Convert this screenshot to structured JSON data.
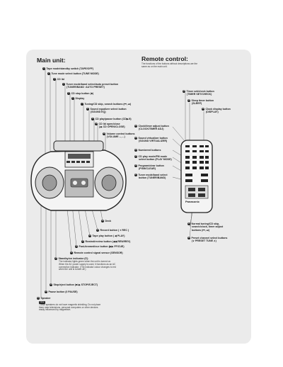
{
  "headings": {
    "main": "Main unit:",
    "remote": "Remote control:",
    "remote_note_1": "The functions of the buttons without descriptions are the",
    "remote_note_2": "same as on the main unit."
  },
  "main_items": [
    {
      "n": "1",
      "line1": "Tape mode/standby switch (TAPE/OFF)",
      "line2": ""
    },
    {
      "n": "2",
      "line1": "Tune mode select button (TUNE MODE)",
      "line2": ""
    },
    {
      "n": "3",
      "line1": "CD lid",
      "line2": ""
    },
    {
      "n": "4",
      "line1": "Tuner mode/band select/auto preset button",
      "line2": "(TUNER/BAND ·AUTO PRESET)"
    },
    {
      "n": "5",
      "line1": "CD stop button (■)",
      "line2": ""
    },
    {
      "n": "6",
      "line1": "Display",
      "line2": ""
    },
    {
      "n": "7",
      "line1": "Tuning/CD skip, search buttons (⏮, ⏭)",
      "line2": ""
    },
    {
      "n": "8",
      "line1": "Sound equalizer select button",
      "line2": "(SOUND EQ)"
    },
    {
      "n": "9",
      "line1": "CD play/pause button (CD▶/‖)",
      "line2": ""
    },
    {
      "n": "10",
      "line1": "CD lid open/close",
      "line2": "(⏏ CD OPEN/CLOSE)"
    },
    {
      "n": "11",
      "line1": "Volume control buttons",
      "line2": "(VOLUME –, – )"
    },
    {
      "n": "12",
      "line1": "Deck",
      "line2": ""
    },
    {
      "n": "13",
      "line1": "Record button ( ● REC )",
      "line2": ""
    },
    {
      "n": "14",
      "line1": "Tape play button ( ◀ PLAY)",
      "line2": ""
    },
    {
      "n": "15",
      "line1": "Rewind/review button (◀◀ REW/REV)",
      "line2": ""
    },
    {
      "n": "16",
      "line1": "Fast-forward/cue button (▶▶ FF/CUE)",
      "line2": ""
    },
    {
      "n": "17",
      "line1": "Remote control signal sensor (SENSOR)",
      "line2": ""
    },
    {
      "n": "18",
      "line1": "Standby/on indicator (⏻)",
      "line2": ""
    },
    {
      "n": "19",
      "line1": "Stop/eject button (■/⏏ STOP/EJECT)",
      "line2": ""
    },
    {
      "n": "20",
      "line1": "Pause button (‖ PAUSE)",
      "line2": ""
    },
    {
      "n": "21",
      "line1": "Speaker",
      "line2": ""
    }
  ],
  "indicator_note": [
    "The indicator lights green when the unit is turned on.",
    "When the AC power supply is used, it functions as an AC",
    "connection indicator. (The indicator colour changes to red",
    "when the unit is turned off.)"
  ],
  "speaker_note": {
    "label": "Note",
    "lines": [
      "These speakers do not have magnetic shielding. Do not place",
      "them near televisions, personal computers or other devices",
      "easily influenced by magnetism."
    ]
  },
  "remote_items": [
    {
      "n": "22",
      "line1": "Clock/timer adjust button",
      "line2": "(CLOCK/TIMER ADJ)"
    },
    {
      "n": "23",
      "line1": "Sound virtualizer button",
      "line2": "(SOUND VIRTUALIZER)"
    },
    {
      "n": "24",
      "line1": "Numbered buttons",
      "line2": ""
    },
    {
      "n": "25",
      "line1": "CD play mode/FM mode",
      "line2": "select button (PLAY MODE)"
    },
    {
      "n": "26",
      "line1": "Program/clear button",
      "line2": "(PGM/CLEAR)"
    },
    {
      "n": "27",
      "line1": "Tuner mode/band select",
      "line2": "button (TUNER/BAND)"
    },
    {
      "n": "28",
      "line1": "Timer set/check button",
      "line2": "(TIMER SET/CHECK)"
    },
    {
      "n": "29",
      "line1": "Sleep timer button",
      "line2": "(SLEEP)"
    },
    {
      "n": "30",
      "line1": "Clock display button",
      "line2": "(DISPLAY)"
    },
    {
      "n": "31",
      "line1": "Normal tuning/CD skip,",
      "line2": "search/clock, timer adjust"
    },
    {
      "n": "32",
      "line1": "Preset channel select buttons",
      "line2": "(∨ PRESET TUNE ∧)"
    }
  ],
  "remote_31_line3": "buttons (⏮, ⏭)",
  "remote_brand": "Panasonic"
}
